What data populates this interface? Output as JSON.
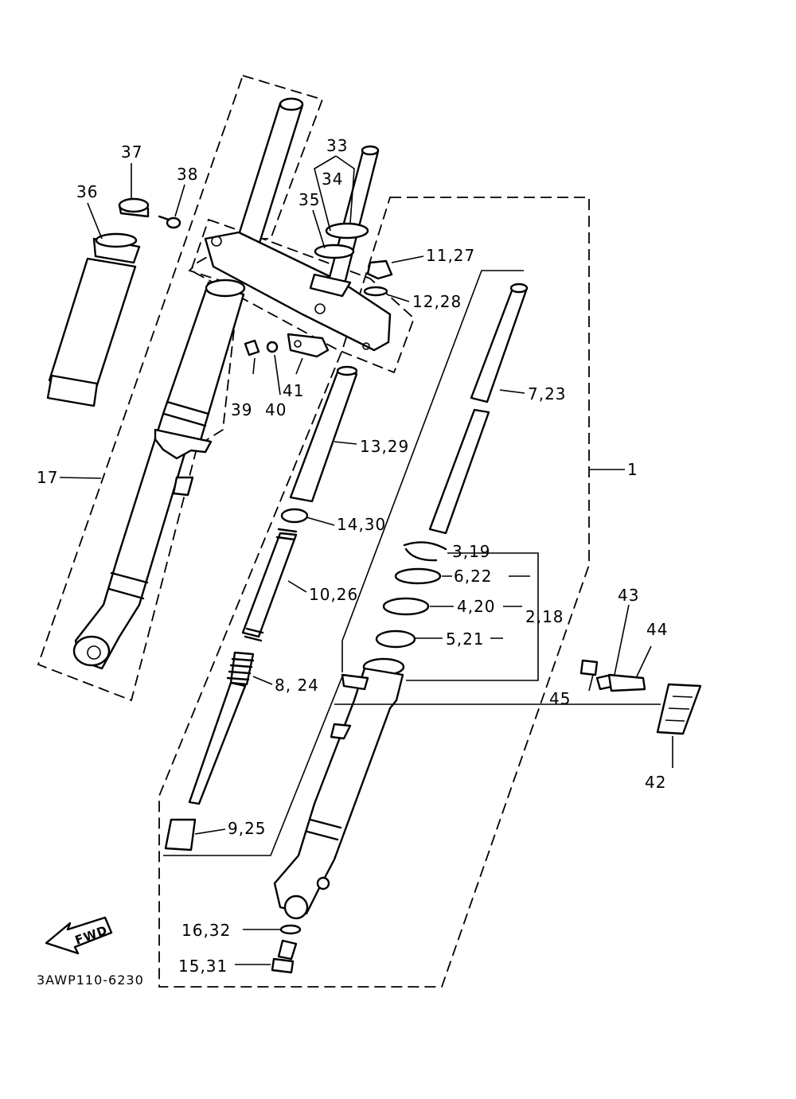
{
  "diagram": {
    "code": "3AWP110-6230",
    "direction_label": "FWD",
    "callouts": [
      "37",
      "38",
      "36",
      "33",
      "34",
      "35",
      "11,27",
      "12,28",
      "7,23",
      "1",
      "39",
      "40",
      "41",
      "13,29",
      "17",
      "14,30",
      "3,19",
      "6,22",
      "4,20",
      "2,18",
      "5,21",
      "10,26",
      "43",
      "44",
      "8, 24",
      "45",
      "42",
      "9,25",
      "16,32",
      "15,31"
    ]
  }
}
